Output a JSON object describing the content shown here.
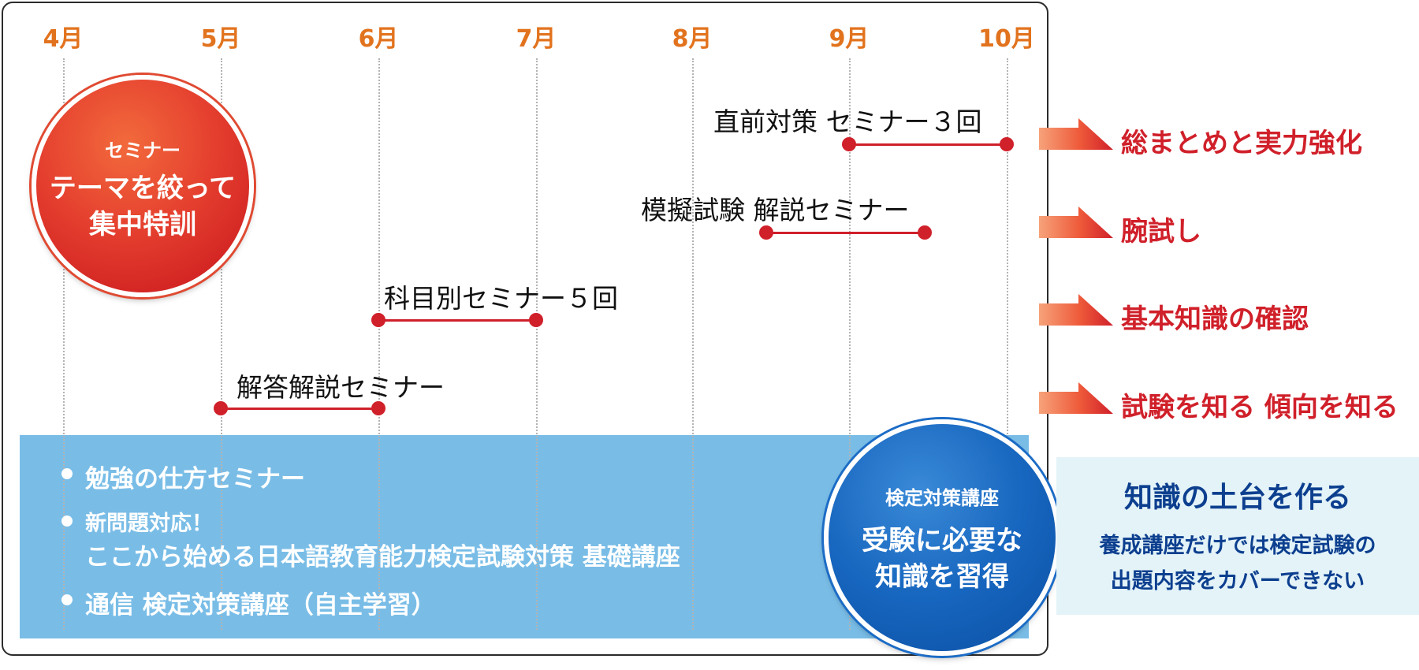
{
  "months": [
    "4月",
    "5月",
    "6月",
    "7月",
    "8月",
    "9月",
    "10月"
  ],
  "colors": {
    "month_text": "#e2731e",
    "timeline_red": "#d0202a",
    "panel_blue": "#79bde7",
    "circle_blue": "#1766bf",
    "circle_red": "#e5402f",
    "foundation_bg": "#e3f3f8",
    "foundation_text": "#0d3f8f"
  },
  "seminar_circle": {
    "heading": "セミナー",
    "line1": "テーマを絞って",
    "line2": "集中特訓"
  },
  "timeline": [
    {
      "label": "直前対策 セミナー３回",
      "start": "9月",
      "end": "10月"
    },
    {
      "label": "模擬試験 解説セミナー",
      "start": "8月中旬",
      "end": "9月中旬"
    },
    {
      "label": "科目別セミナー５回",
      "start": "6月",
      "end": "7月"
    },
    {
      "label": "解答解説セミナー",
      "start": "5月",
      "end": "6月"
    }
  ],
  "goals": [
    "総まとめと実力強化",
    "腕試し",
    "基本知識の確認",
    "試験を知る 傾向を知る"
  ],
  "courses": {
    "item1": "勉強の仕方セミナー",
    "item2_line1": "新問題対応！",
    "item2_line2": "ここから始める日本語教育能力検定試験対策 基礎講座",
    "item3": "通信 検定対策講座（自主学習）"
  },
  "course_circle": {
    "heading": "検定対策講座",
    "line1": "受験に必要な",
    "line2": "知識を習得"
  },
  "foundation": {
    "title": "知識の土台を作る",
    "note_line1": "養成講座だけでは検定試験の",
    "note_line2": "出題内容をカバーできない"
  }
}
